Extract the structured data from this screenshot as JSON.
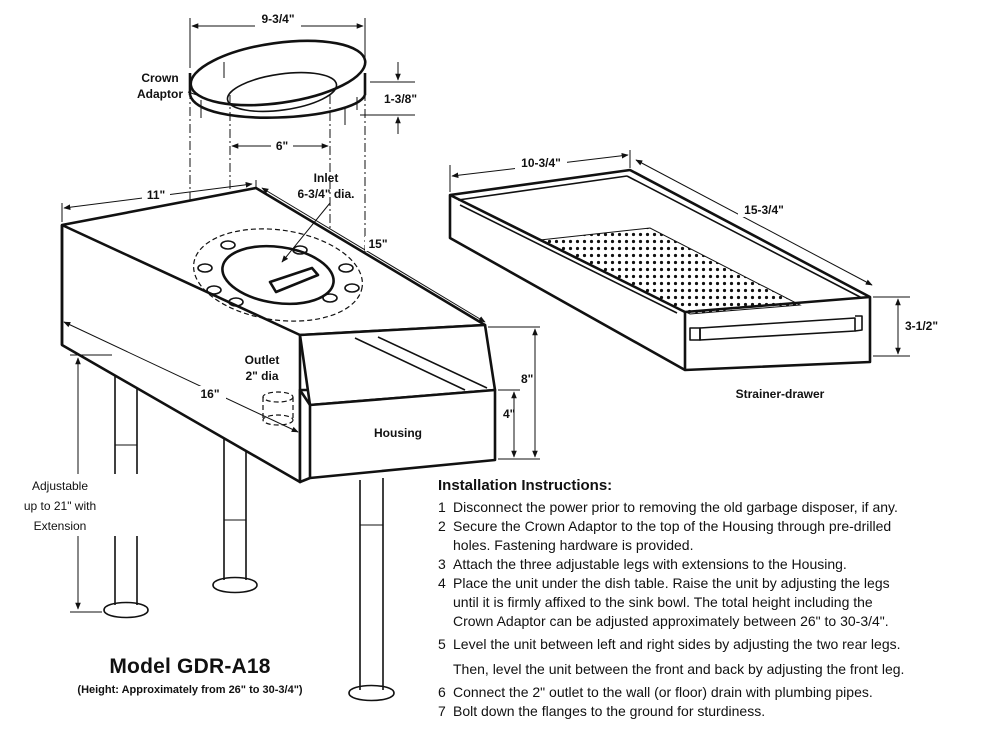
{
  "labels": {
    "crown_adaptor_line1": "Crown",
    "crown_adaptor_line2": "Adaptor",
    "dim_9_3_4": "9-3/4\"",
    "dim_1_3_8": "1-3/8\"",
    "dim_6": "6\"",
    "inlet_line1": "Inlet",
    "inlet_line2": "6-3/4\" dia.",
    "dim_11": "11\"",
    "dim_15": "15\"",
    "dim_16": "16\"",
    "outlet_line1": "Outlet",
    "outlet_line2": "2\" dia",
    "housing": "Housing",
    "dim_8": "8\"",
    "dim_4": "4\"",
    "adjustable_line1": "Adjustable",
    "adjustable_line2": "up to 21\" with",
    "adjustable_line3": "Extension",
    "dim_10_3_4": "10-3/4\"",
    "dim_15_3_4": "15-3/4\"",
    "dim_3_1_2": "3-1/2\"",
    "strainer_drawer": "Strainer-drawer"
  },
  "model": {
    "title": "Model GDR-A18",
    "subtitle": "(Height: Approximately from 26\" to 30-3/4\")"
  },
  "instructions": {
    "title": "Installation Instructions:",
    "steps": [
      {
        "num": "1",
        "lines": [
          "Disconnect the power prior to removing the old garbage disposer, if any."
        ]
      },
      {
        "num": "2",
        "lines": [
          "Secure the Crown Adaptor to the top of the Housing through pre-drilled",
          "holes.  Fastening hardware is provided."
        ]
      },
      {
        "num": "3",
        "lines": [
          "Attach the three adjustable legs with extensions to the Housing."
        ]
      },
      {
        "num": "4",
        "lines": [
          "Place the unit under the dish table.  Raise the unit by adjusting the legs",
          "until it is firmly affixed to the sink bowl.  The total height including the",
          "Crown Adaptor can be adjusted approximately between 26\" to 30-3/4\"."
        ]
      },
      {
        "num": "5",
        "lines": [
          "Level the unit between left and right sides by adjusting the two rear legs.",
          "Then, level the unit between the front and back by adjusting the front leg."
        ]
      },
      {
        "num": "6",
        "lines": [
          "Connect the 2\" outlet to the wall (or floor) drain with plumbing pipes."
        ]
      },
      {
        "num": "7",
        "lines": [
          "Bolt down the flanges to the ground for sturdiness."
        ]
      }
    ]
  }
}
